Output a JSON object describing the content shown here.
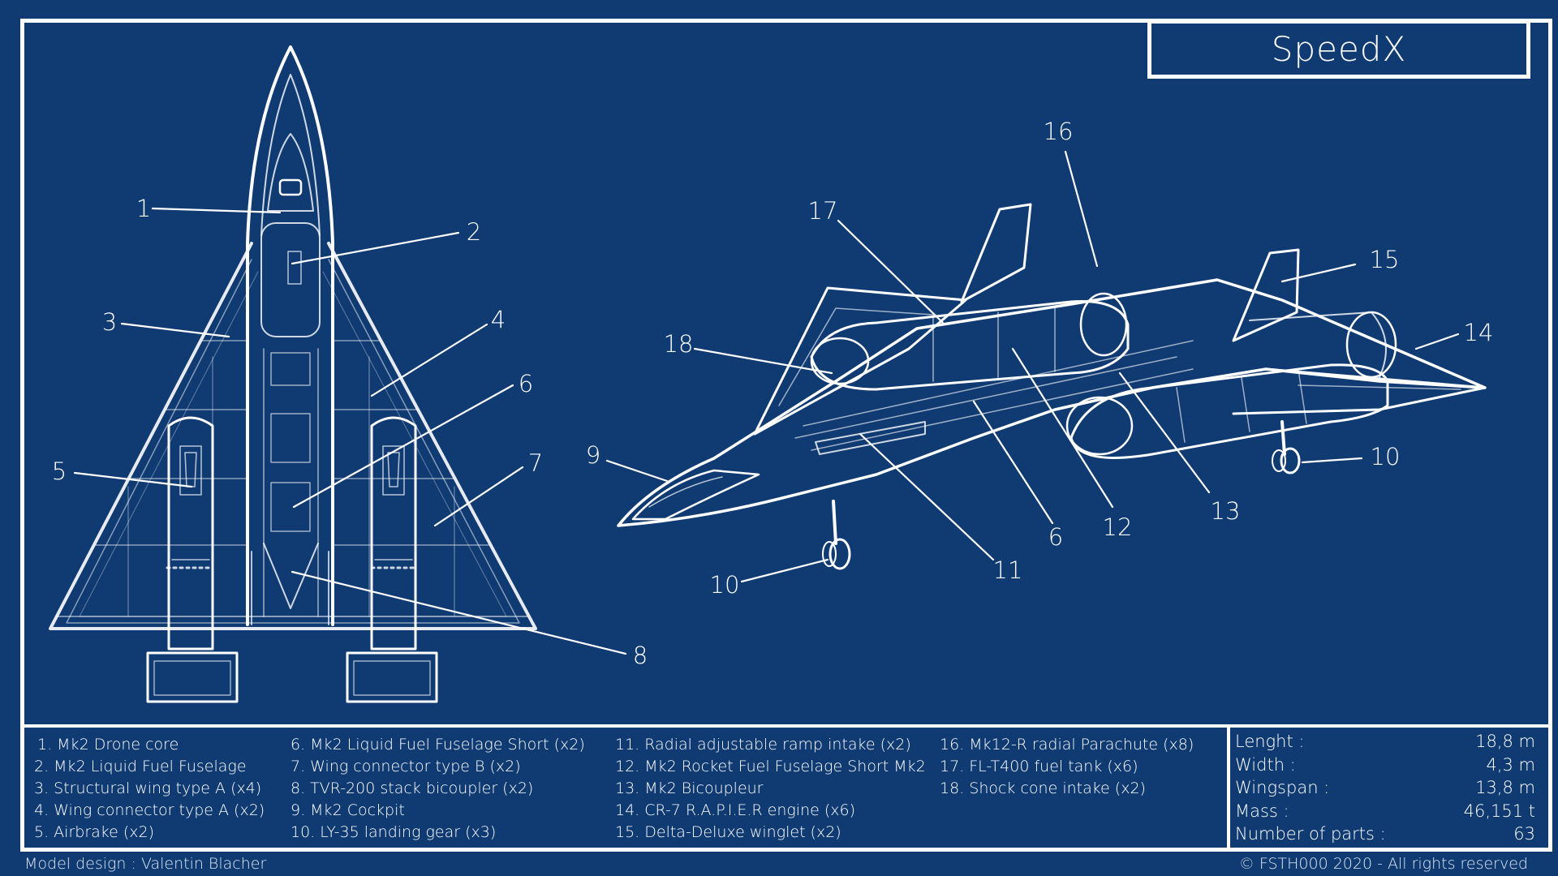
{
  "title": "SpeedX",
  "callouts_top": [
    "1",
    "2",
    "3",
    "4",
    "5",
    "6",
    "7",
    "8"
  ],
  "callouts_side": [
    "9",
    "10",
    "11",
    "6",
    "12",
    "13",
    "10",
    "14",
    "15",
    "16",
    "17",
    "18"
  ],
  "parts_col1": [
    "1. Mk2 Drone core",
    "2. Mk2 Liquid Fuel Fuselage",
    "3. Structural wing type A (x4)",
    "4. Wing connector type A (x2)",
    "5. Airbrake (x2)"
  ],
  "parts_col2": [
    "6. Mk2 Liquid Fuel Fuselage Short (x2)",
    "7. Wing connector type B (x2)",
    "8. TVR-200 stack bicoupler (x2)",
    "9. Mk2 Cockpit",
    "10. LY-35 landing gear (x3)"
  ],
  "parts_col3": [
    "11. Radial adjustable ramp intake (x2)",
    "12. Mk2 Rocket Fuel Fuselage Short Mk2",
    "13. Mk2 Bicoupleur",
    "14. CR-7 R.A.P.I.E.R engine (x6)",
    "15. Delta-Deluxe winglet (x2)"
  ],
  "parts_col4": [
    "16. Mk12-R radial Parachute (x8)",
    "17. FL-T400 fuel tank (x6)",
    "18. Shock cone intake (x2)"
  ],
  "specs": [
    {
      "label": "Lenght :",
      "value": "18,8 m"
    },
    {
      "label": "Width :",
      "value": "4,3 m"
    },
    {
      "label": "Wingspan :",
      "value": "13,8 m"
    },
    {
      "label": "Mass :",
      "value": "46,151 t"
    },
    {
      "label": "Number of parts :",
      "value": "63"
    }
  ],
  "footer_left": "Model design : Valentin Blacher",
  "footer_right": "© FSTH000 2020 - All rights reserved",
  "colors": {
    "background": "#0f3a72",
    "line": "#ffffff"
  }
}
